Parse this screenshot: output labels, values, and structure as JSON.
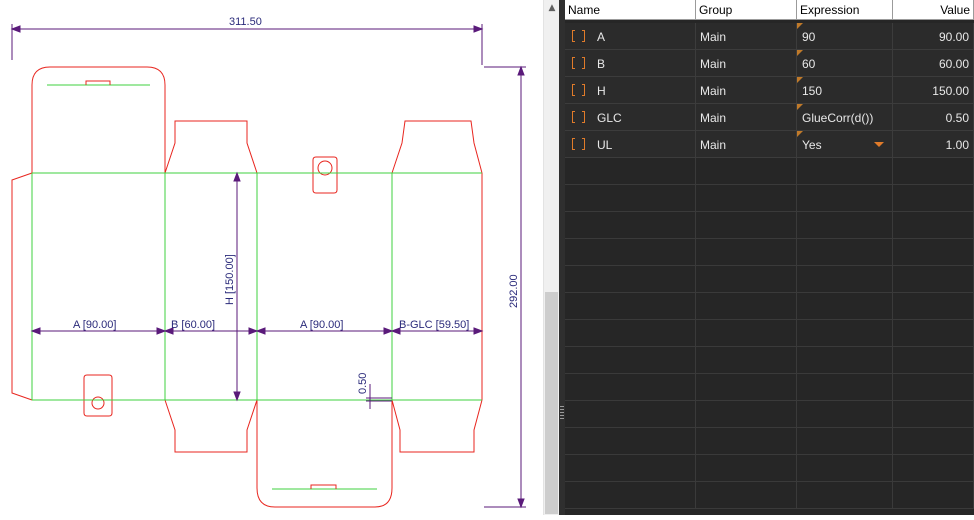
{
  "drawing": {
    "dim_total_width": "311.50",
    "dim_total_height": "292.00",
    "dim_a_left": "A [90.00]",
    "dim_b": "B [60.00]",
    "dim_a_right": "A [90.00]",
    "dim_b_glc": "B-GLC [59.50]",
    "dim_h": "H [150.00]",
    "dim_glc": "0.50"
  },
  "grid": {
    "headers": {
      "name": "Name",
      "group": "Group",
      "expression": "Expression",
      "value": "Value"
    },
    "rows": [
      {
        "name": "A",
        "group": "Main",
        "expression": "90",
        "value": "90.00"
      },
      {
        "name": "B",
        "group": "Main",
        "expression": "60",
        "value": "60.00"
      },
      {
        "name": "H",
        "group": "Main",
        "expression": "150",
        "value": "150.00"
      },
      {
        "name": "GLC",
        "group": "Main",
        "expression": "GlueCorr(d())",
        "value": "0.50"
      },
      {
        "name": "UL",
        "group": "Main",
        "expression": "Yes",
        "value": "1.00"
      }
    ]
  },
  "colors": {
    "cut_line": "#e8261f",
    "fold_line": "#3fd23f",
    "dimension": "#5a1a7a",
    "grid_bg": "#262626",
    "accent": "#e07b2a"
  }
}
